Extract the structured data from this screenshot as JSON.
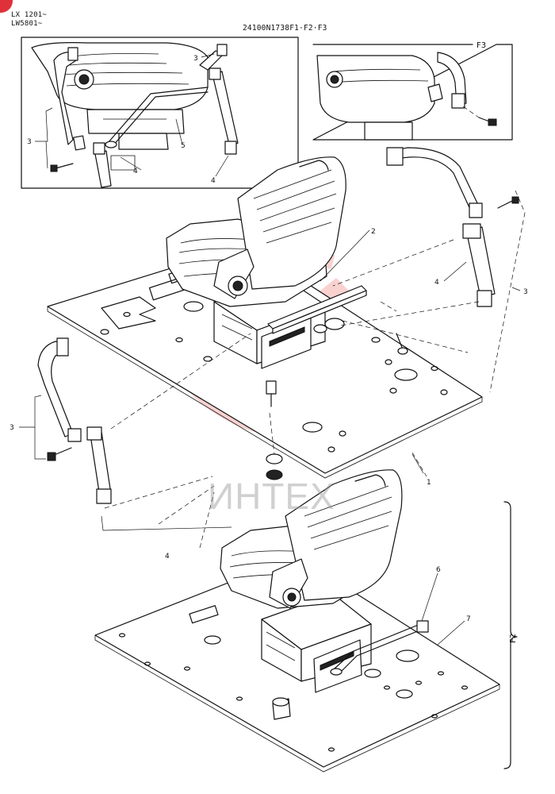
{
  "header": {
    "model_codes": [
      "LX 1201~",
      "LW5801~"
    ],
    "drawing_code": "24100N1738F1·F2·F3"
  },
  "callouts": {
    "inset_left": [
      "3",
      "3",
      "5",
      "4",
      "4"
    ],
    "inset_right": [
      "F3"
    ],
    "main": [
      "2",
      "4",
      "3",
      "3",
      "4",
      "1"
    ],
    "lower": [
      "6",
      "7",
      "F2"
    ]
  },
  "watermark": {
    "text": "ИНТЕХ",
    "color": "#e8362f"
  },
  "colors": {
    "line": "#111111",
    "badge": "#e0313a"
  }
}
